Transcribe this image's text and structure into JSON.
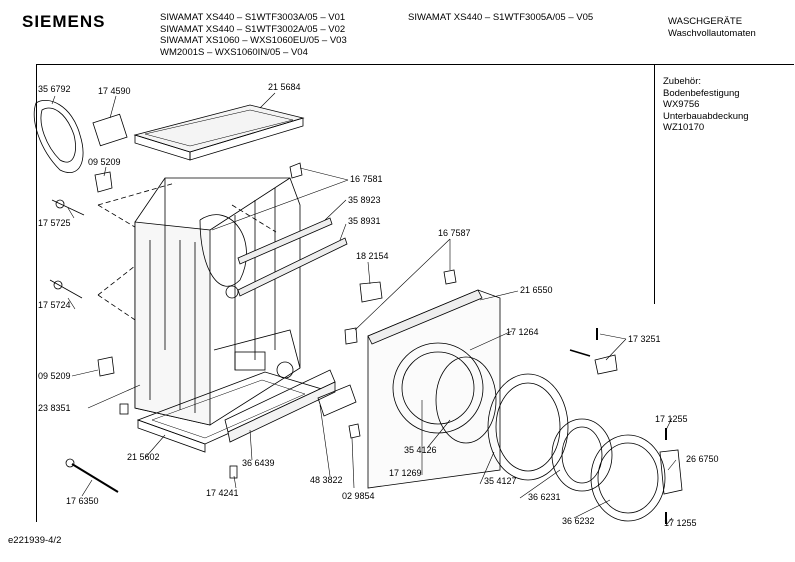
{
  "header": {
    "brand": "SIEMENS",
    "models_left": [
      "SIWAMAT XS440  – S1WTF3003A/05 – V01",
      "SIWAMAT XS440  – S1WTF3002A/05 – V02",
      "SIWAMAT XS1060 – WXS1060EU/05 – V03",
      "WM2001S        –  WXS1060IN/05 – V04"
    ],
    "model_right": "SIWAMAT XS440 – S1WTF3005A/05 – V05",
    "category": [
      "WASCHGERÄTE",
      "Waschvollautomaten"
    ]
  },
  "accessories": [
    "Zubehör:",
    "Bodenbefestigung",
    "WX9756",
    "Unterbauabdeckung",
    "WZ10170"
  ],
  "part_numbers": [
    "35 6792",
    "17 4590",
    "21 5684",
    "09 5209",
    "16 7581",
    "35 8923",
    "17 5725",
    "35 8931",
    "16 7587",
    "18 2154",
    "17 5724",
    "21 6550",
    "17 1264",
    "17 3251",
    "09 5209",
    "23 8351",
    "35 4126",
    "17 1255",
    "21 5602",
    "36 6439",
    "48 3822",
    "26 6750",
    "17 1269",
    "35 4127",
    "36 6231",
    "17 4241",
    "17 6350",
    "02 9854",
    "36 6232",
    "17 1255"
  ],
  "footer": "e221939-4/2"
}
